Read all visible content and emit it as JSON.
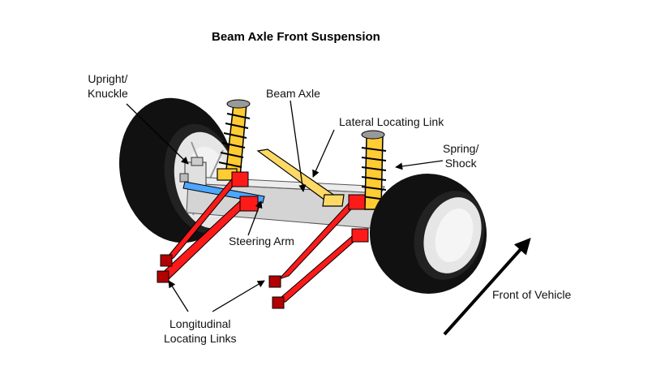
{
  "title": "Beam Axle Front Suspension",
  "labels": {
    "upright": [
      "Upright/",
      "Knuckle"
    ],
    "beam_axle": "Beam Axle",
    "lateral_link": "Lateral Locating Link",
    "spring_shock": [
      "Spring/",
      "Shock"
    ],
    "steering_arm": "Steering Arm",
    "longitudinal_links": [
      "Longitudinal",
      "Locating Links"
    ],
    "front_of_vehicle": "Front of Vehicle"
  },
  "colors": {
    "tire": "#111111",
    "rim": "#e6e6e6",
    "axle": "#d4d4d4",
    "links": "#ff1a1a",
    "links_dark": "#b30000",
    "steering": "#4da6ff",
    "spring": "#ffcc33",
    "lateral_link": "#ffd966",
    "shock_top": "#999999"
  }
}
